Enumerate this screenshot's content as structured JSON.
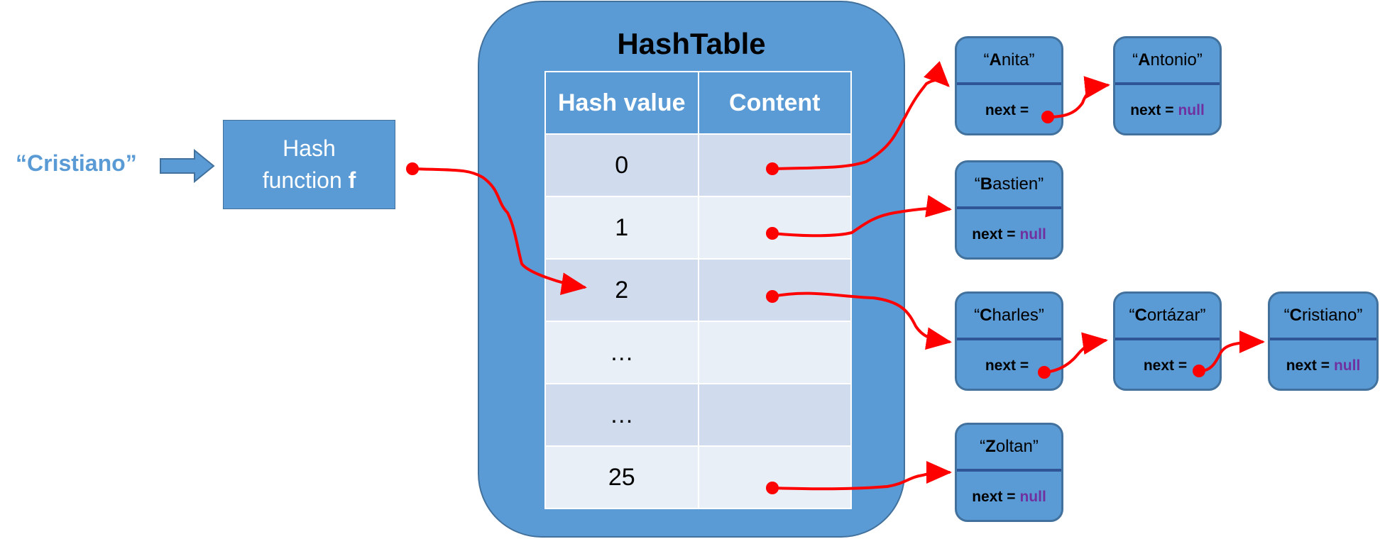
{
  "input_key": "“Cristiano”",
  "hash_function": {
    "line1": "Hash",
    "line2": "function ",
    "symbol": "f"
  },
  "hashtable": {
    "title": "HashTable",
    "headers": [
      "Hash value",
      "Content"
    ],
    "rows": [
      "0",
      "1",
      "2",
      "…",
      "…",
      "25"
    ]
  },
  "nodes": [
    {
      "open": "“",
      "initial": "A",
      "rest": "nita”",
      "next_label": "next =",
      "next_value": ""
    },
    {
      "open": "“",
      "initial": "A",
      "rest": "ntonio”",
      "next_label": "next =",
      "next_value": "null"
    },
    {
      "open": "“",
      "initial": "B",
      "rest": "astien”",
      "next_label": "next =",
      "next_value": "null"
    },
    {
      "open": "“",
      "initial": "C",
      "rest": "harles”",
      "next_label": "next =",
      "next_value": ""
    },
    {
      "open": "“",
      "initial": "C",
      "rest": "ortázar”",
      "next_label": "next =",
      "next_value": ""
    },
    {
      "open": "“",
      "initial": "C",
      "rest": "ristiano”",
      "next_label": "next =",
      "next_value": "null"
    },
    {
      "open": "“",
      "initial": "Z",
      "rest": "oltan”",
      "next_label": "next =",
      "next_value": "null"
    }
  ],
  "colors": {
    "box_fill": "#5b9bd5",
    "box_border": "#41719c",
    "pointer": "#ff0000",
    "null": "#7030a0",
    "row_dark": "#d0dcee",
    "row_light": "#e9eff7"
  }
}
